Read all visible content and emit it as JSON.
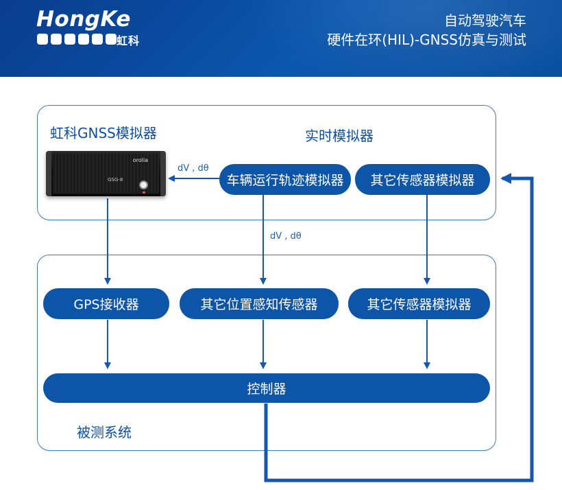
{
  "header": {
    "logo_text": "HongKe",
    "logo_cn": "虹科",
    "title_line1": "自动驾驶汽车",
    "title_line2": "硬件在环(HIL)-GNSS仿真与测试"
  },
  "top_panel": {
    "gnss_label": "虹科GNSS模拟器",
    "realtime_label": "实时模拟器",
    "vehicle_sim": "车辆运行轨迹模拟器",
    "other_sensor_sim": "其它传感器模拟器",
    "arrow_label_left": "dV , dθ",
    "device": {
      "brand": "orolia",
      "model": "GSG-8"
    }
  },
  "middle": {
    "arrow_label": "dV , dθ"
  },
  "bottom_panel": {
    "gps_receiver": "GPS接收器",
    "other_position_sensor": "其它位置感知传感器",
    "other_sensor_sim": "其它传感器模拟器",
    "controller": "控制器",
    "system_label": "被测系统"
  },
  "colors": {
    "header_bg": "#0b56ad",
    "pill_bg": "#0c55a8",
    "line": "#1557b0",
    "panel_border": "#3a78c8"
  }
}
